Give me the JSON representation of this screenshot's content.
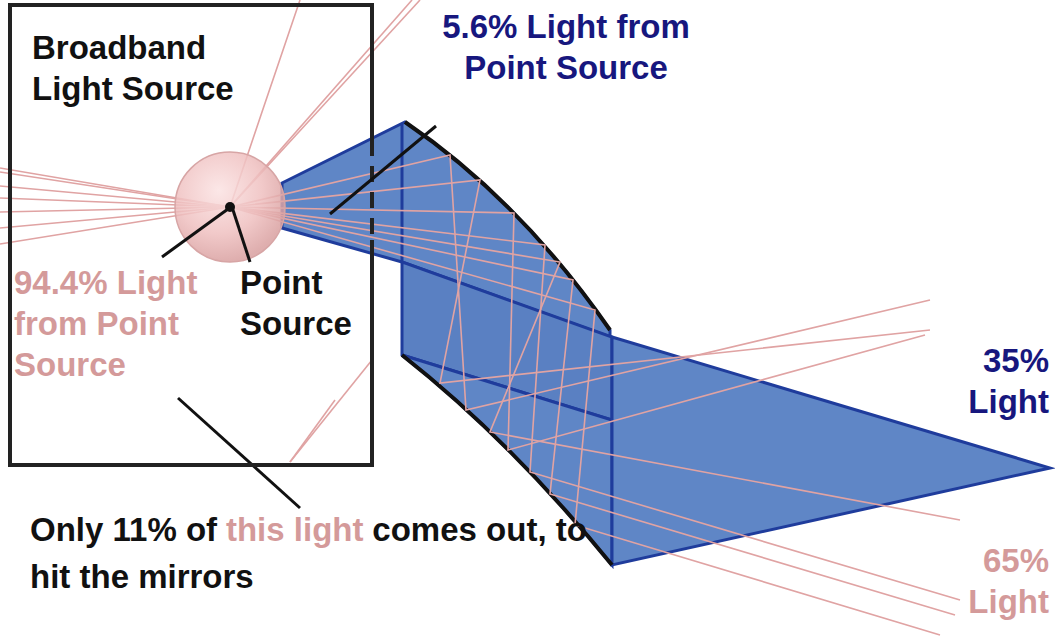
{
  "diagram": {
    "nodes": [
      {
        "text": [
          "Broadband Light Source"
        ]
      }
    ],
    "labels": [
      "5.6% Light from Point Source",
      "Point Source",
      "94.4% Light from Point Source",
      "Only 11% of",
      "this light",
      "comes out, to hit the mirrors",
      "35% Light",
      "65% Light"
    ]
  }
}
